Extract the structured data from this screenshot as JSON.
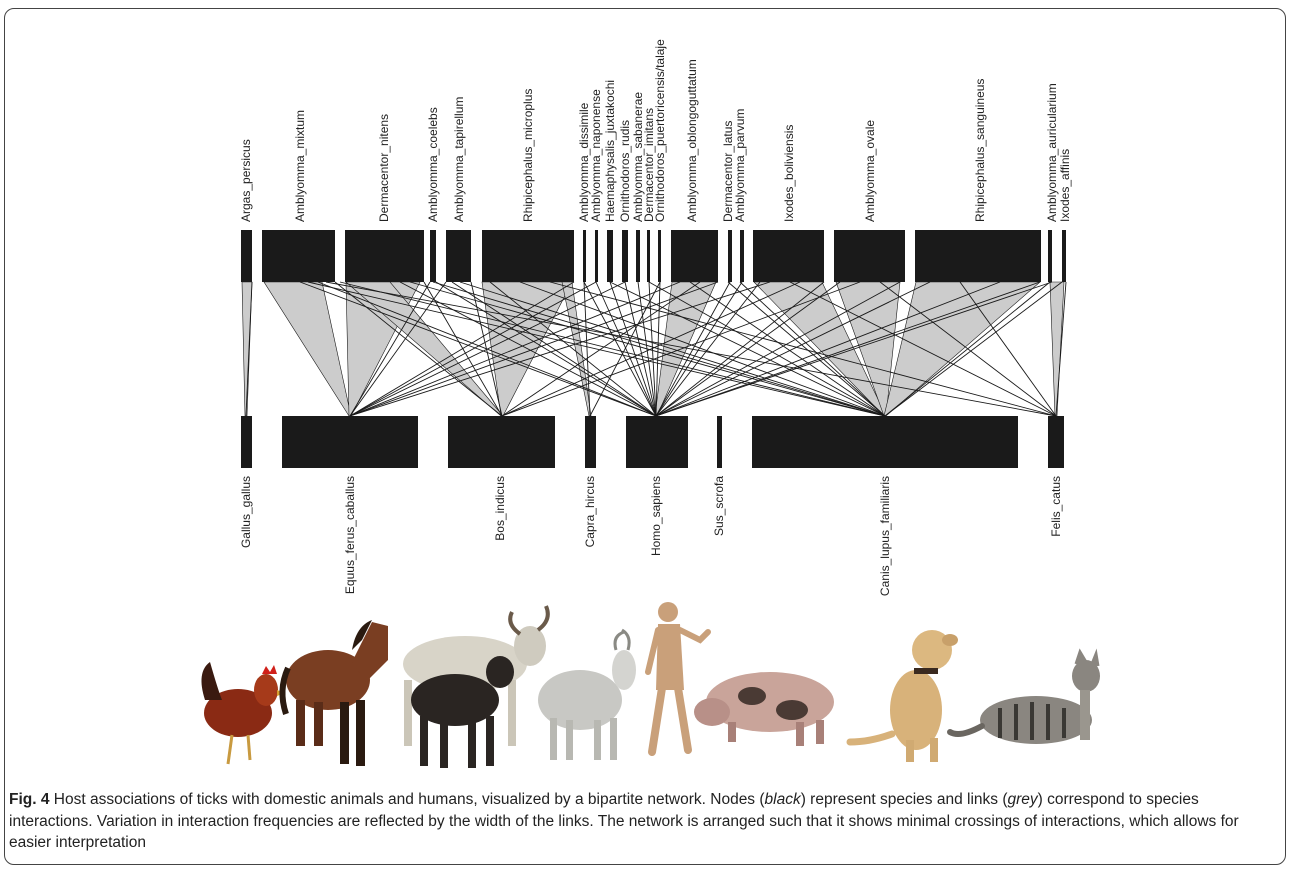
{
  "caption": {
    "label": "Fig. 4",
    "t1": " Host associations of ticks with domestic animals and humans, visualized by a bipartite network. Nodes (",
    "black_word": "black",
    "t2": ") represent species and links (",
    "grey_word": "grey",
    "t3": ") correspond to species interactions. Variation in interaction frequencies are reflected by the width of the links. The network is arranged such that it shows minimal crossings of interactions, which allows for easier interpretation"
  },
  "colors": {
    "node": "#1a1a1a",
    "link_fill": "#cccccc",
    "link_line": "#1a1a1a"
  },
  "ticks": [
    "Argas_persicus",
    "Amblyomma_mixtum",
    "Dermacentor_nitens",
    "Amblyomma_coelebs",
    "Amblyomma_tapirellum",
    "Rhipicephalus_microplus",
    "Amblyomma_dissimile",
    "Amblyomma_naponense",
    "Haemaphysalis_juxtakochi",
    "Ornithodoros_rudis",
    "Amblyomma_sabanerae",
    "Dermacentor_imitans",
    "Ornithodoros_puertoricensis/talaje",
    "Amblyomma_oblongoguttatum",
    "Dermacentor_latus",
    "Amblyomma_parvum",
    "Ixodes_boliviensis",
    "Amblyomma_ovale",
    "Rhipicephalus_sanguineus",
    "Amblyomma_auricularium",
    "Ixodes_affinis"
  ],
  "hosts": [
    "Gallus_gallus",
    "Equus_ferus_caballus",
    "Bos_indicus",
    "Capra_hircus",
    "Homo_sapiens",
    "Sus_scrofa",
    "Canis_lupus_familiaris",
    "Felis_catus"
  ],
  "animal_icons": [
    "chicken-icon",
    "horse-icon",
    "cattle-icon",
    "goat-icon",
    "human-icon",
    "pig-icon",
    "dog-icon",
    "cat-icon"
  ]
}
